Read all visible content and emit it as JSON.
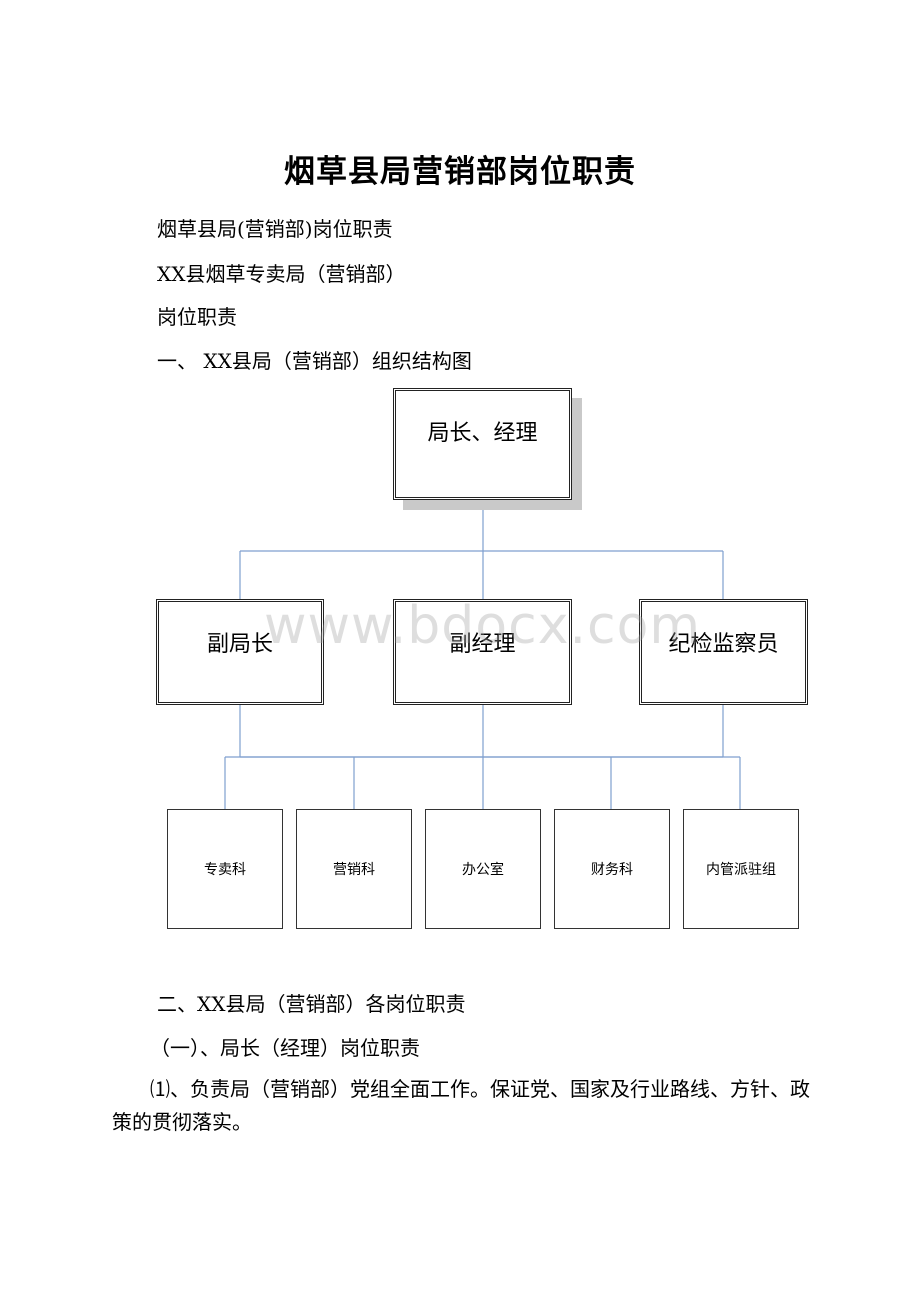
{
  "document": {
    "title": "烟草县局营销部岗位职责",
    "lines": [
      "烟草县局(营销部)岗位职责",
      "XX县烟草专卖局（营销部）",
      "岗位职责",
      "一、 XX县局（营销部）组织结构图"
    ],
    "section2": "二、XX县局（营销部）各岗位职责",
    "subsection1": "（一）、局长（经理）岗位职责",
    "paragraph1": "⑴、负责局（营销部）党组全面工作。保证党、国家及行业路线、方针、政策的贯彻落实。"
  },
  "org_chart": {
    "top": "局长、经理",
    "level1": [
      "副局长",
      "副经理",
      "纪检监察员"
    ],
    "level2": [
      "专卖科",
      "营销科",
      "办公室",
      "财务科",
      "内管派驻组"
    ],
    "line_color": "#7f9fcf",
    "watermark": "www.bdocx.com"
  }
}
